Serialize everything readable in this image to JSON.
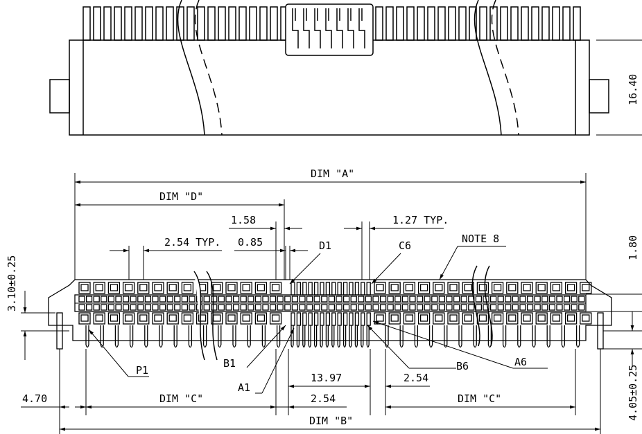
{
  "side_view": {
    "height_dim": "16.40"
  },
  "plan_view": {
    "dim_a": "DIM \"A\"",
    "dim_b": "DIM \"B\"",
    "dim_c_left": "DIM \"C\"",
    "dim_c_right": "DIM \"C\"",
    "dim_d": "DIM \"D\"",
    "pitch_254_typ": "2.54 TYP.",
    "pitch_127_typ": "1.27 TYP.",
    "dim_158": "1.58",
    "dim_085": "0.85",
    "dim_1397": "13.97",
    "dim_254_mid": "2.54",
    "dim_254_bottom": "2.54",
    "dim_470": "4.70",
    "dim_180": "1.80",
    "dim_310": "3.10±0.25",
    "dim_405": "4.05±0.25",
    "note_8": "NOTE 8",
    "callout_d1": "D1",
    "callout_c6": "C6",
    "callout_p1": "P1",
    "callout_b1": "B1",
    "callout_a1": "A1",
    "callout_b6": "B6",
    "callout_a6": "A6"
  }
}
